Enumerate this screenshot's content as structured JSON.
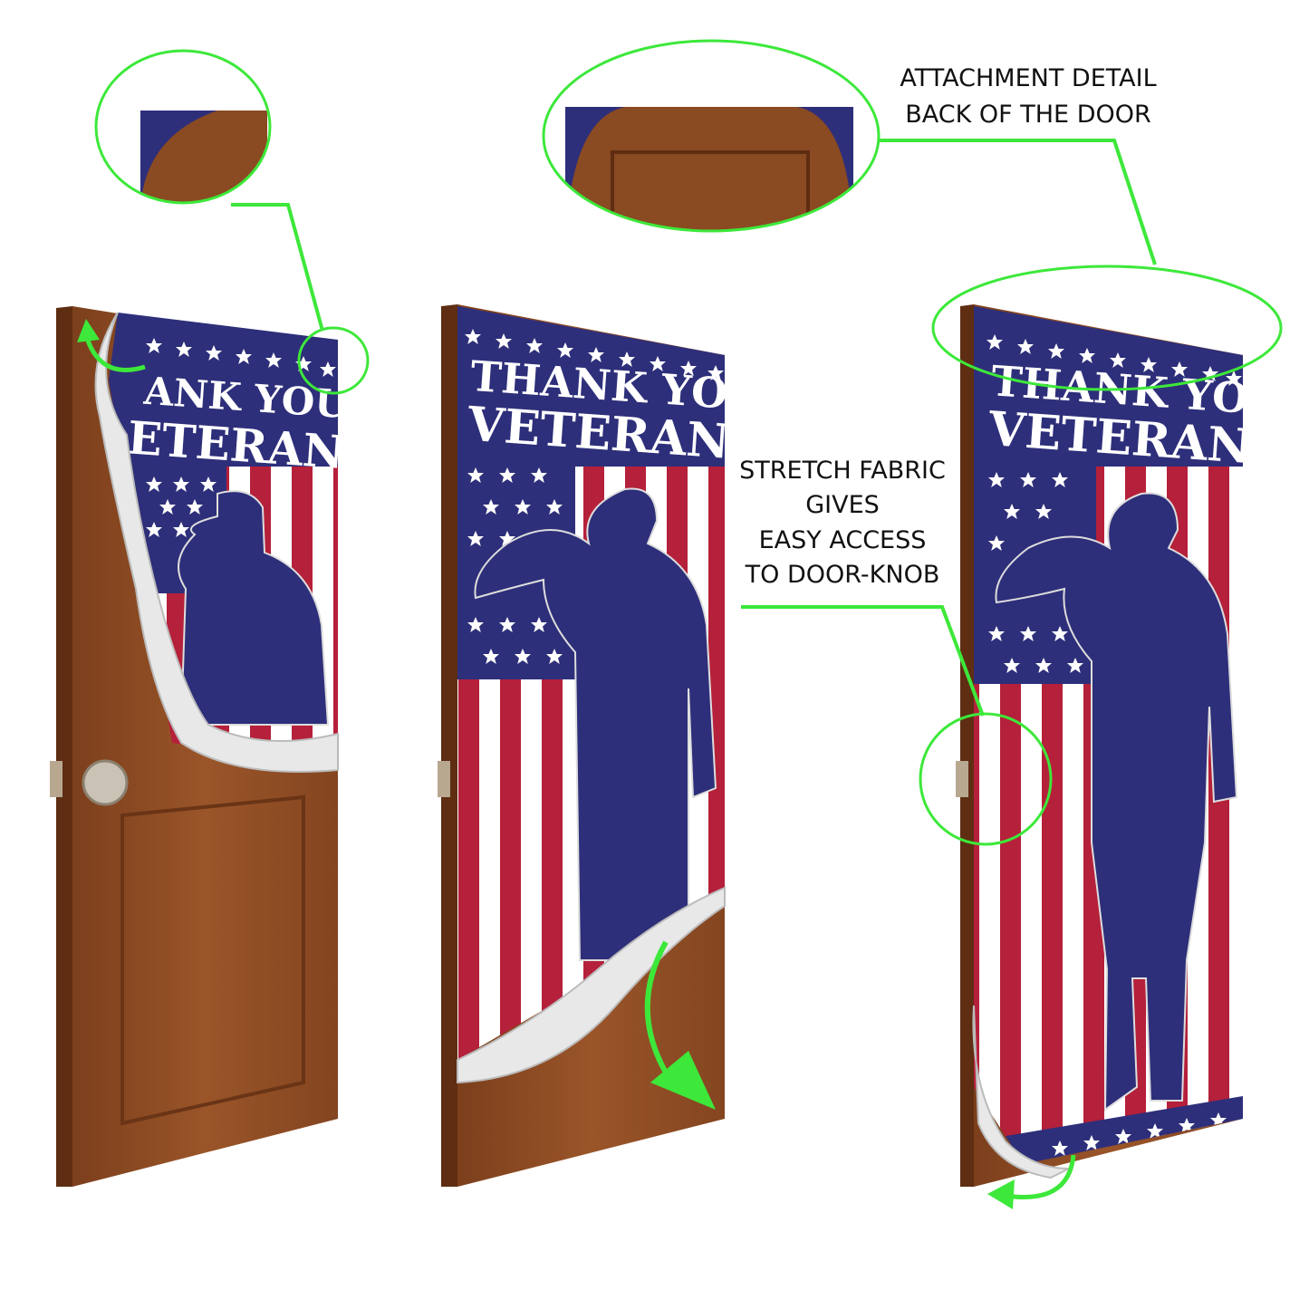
{
  "callouts": {
    "attachment_line1": "ATTACHMENT DETAIL",
    "attachment_line2": "BACK OF THE DOOR",
    "stretch_line1": "STRETCH FABRIC",
    "stretch_line2": "GIVES",
    "stretch_line3": "EASY ACCESS",
    "stretch_line4": "TO DOOR-KNOB"
  },
  "banner": {
    "line1": "THANK YOU",
    "line2": "VETERANS",
    "line1_partial": "ANK YOU",
    "line2_partial": "ETERANS"
  },
  "colors": {
    "navy": "#2e2f7a",
    "red": "#b5203a",
    "wood": "#8a4a22",
    "accent_green": "#3de83a"
  }
}
